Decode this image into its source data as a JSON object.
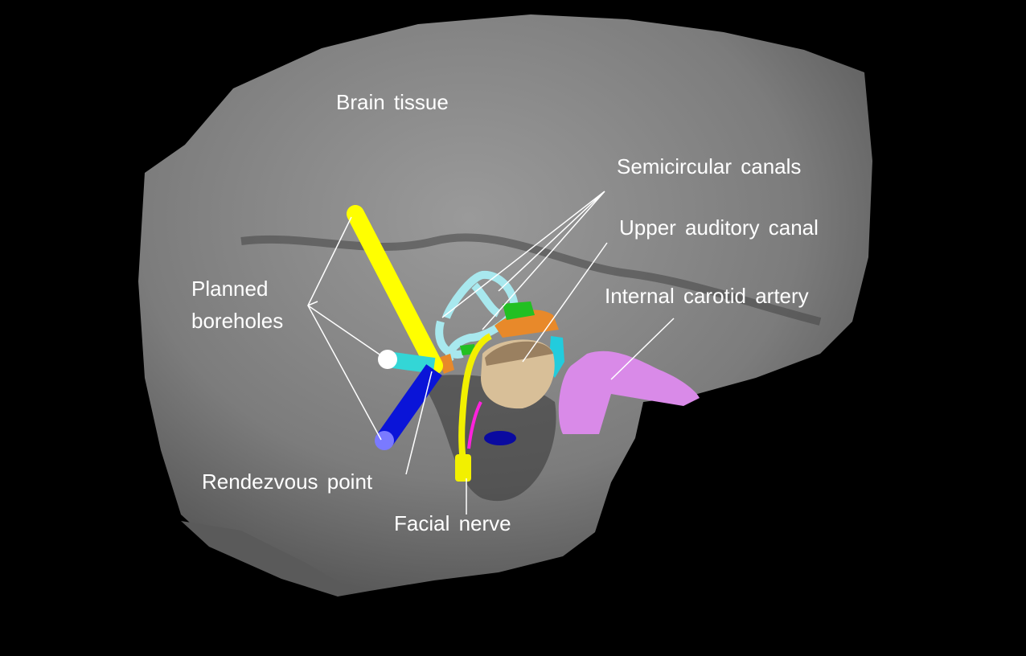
{
  "labels": {
    "brain_tissue": "Brain tissue",
    "semicircular_canals": "Semicircular canals",
    "upper_auditory_canal": "Upper auditory canal",
    "internal_carotid_artery": "Internal carotid artery",
    "planned_boreholes_line1": "Planned",
    "planned_boreholes_line2": "boreholes",
    "rendezvous_point": "Rendezvous point",
    "facial_nerve": "Facial nerve"
  },
  "colors": {
    "background": "#000000",
    "brain": "#7a7a7a",
    "borehole_yellow": "#ffff00",
    "borehole_cyan": "#33d6d6",
    "borehole_blue": "#0a14d8",
    "semicircular": "#a8e8ee",
    "auditory": "#d8bf98",
    "carotid": "#d98ae8",
    "facial_nerve": "#f2f000",
    "orange": "#e8892a",
    "green": "#22c022",
    "magenta": "#ff22dd",
    "navy": "#0a0aa0"
  }
}
